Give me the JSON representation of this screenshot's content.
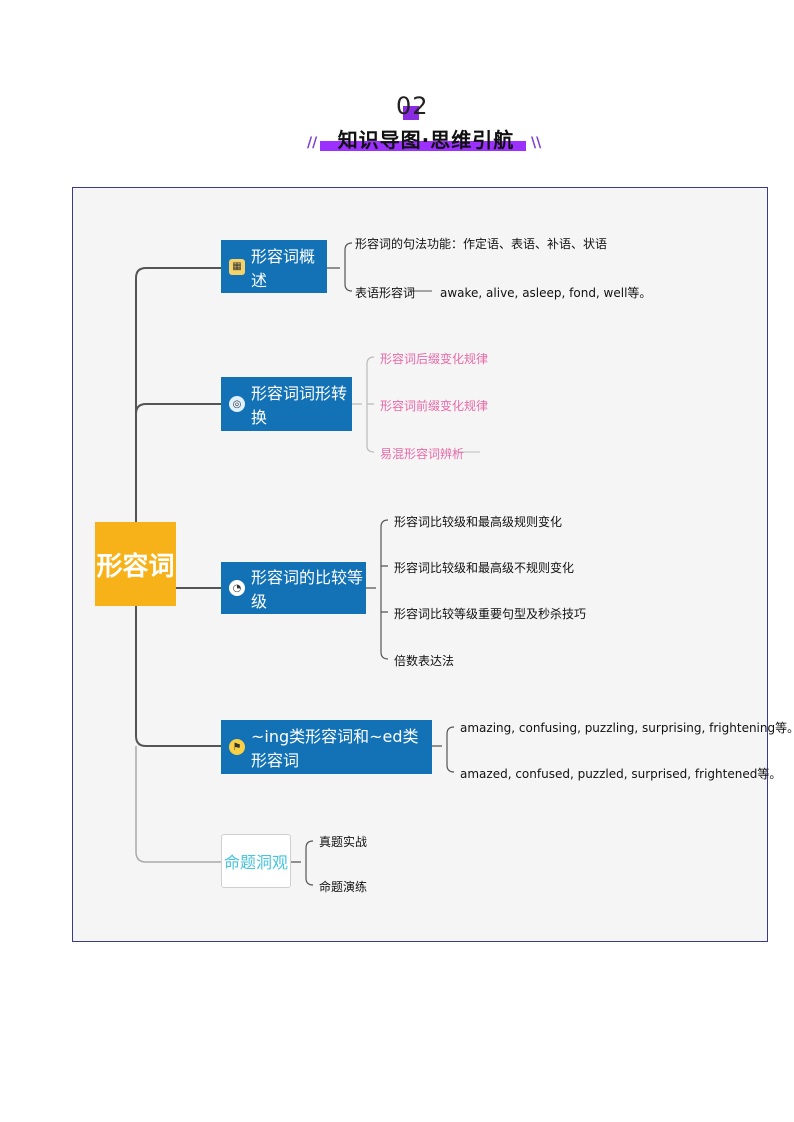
{
  "header": {
    "section_number": "02",
    "section_title": "知识导图·思维引航",
    "left_slashes": "//",
    "right_slashes": "\\\\"
  },
  "mindmap": {
    "root": "形容词",
    "branches": [
      {
        "label": "形容词概述",
        "icon": "box-icon",
        "leaves": [
          "形容词的句法功能：作定语、表语、补语、状语",
          "表语形容词"
        ],
        "extra": "awake, alive, asleep, fond, well等。"
      },
      {
        "label": "形容词词形转换",
        "icon": "target-icon",
        "leaves": [
          "形容词后缀变化规律",
          "形容词前缀变化规律",
          "易混形容词辨析"
        ]
      },
      {
        "label": "形容词的比较等级",
        "icon": "pie-chart-icon",
        "leaves": [
          "形容词比较级和最高级规则变化",
          "形容词比较级和最高级不规则变化",
          "形容词比较等级重要句型及秒杀技巧",
          "倍数表达法"
        ]
      },
      {
        "label": "~ing类形容词和~ed类形容词",
        "icon": "flag-icon",
        "leaves": [
          "amazing, confusing, puzzling, surprising, frightening等。",
          "amazed, confused, puzzled, surprised, frightened等。"
        ]
      },
      {
        "label": "命题洞观",
        "icon": "",
        "leaves": [
          "真题实战",
          "命题演练"
        ]
      }
    ]
  },
  "colors": {
    "branch_blue": "#1272b5",
    "root_orange": "#f7b21a",
    "pink_leaf": "#e86aa8",
    "light_branch_text": "#48c4dc",
    "accent_purple": "#9b30ff"
  }
}
